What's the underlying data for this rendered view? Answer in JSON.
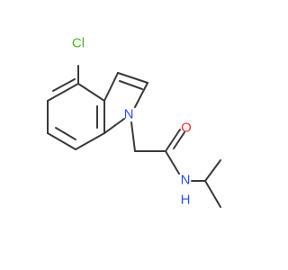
{
  "atoms": {
    "chlorine": {
      "label": "Cl",
      "color": "#4caf28"
    },
    "indole_nitrogen": {
      "label": "N",
      "color": "#3050e0"
    },
    "carbonyl_oxygen": {
      "label": "O",
      "color": "#e83030"
    },
    "amide_nitrogen": {
      "label": "N",
      "color": "#3050e0"
    },
    "amide_hydrogen": {
      "label": "H",
      "color": "#3050e0"
    }
  },
  "bond_color": "#3a3a3a"
}
